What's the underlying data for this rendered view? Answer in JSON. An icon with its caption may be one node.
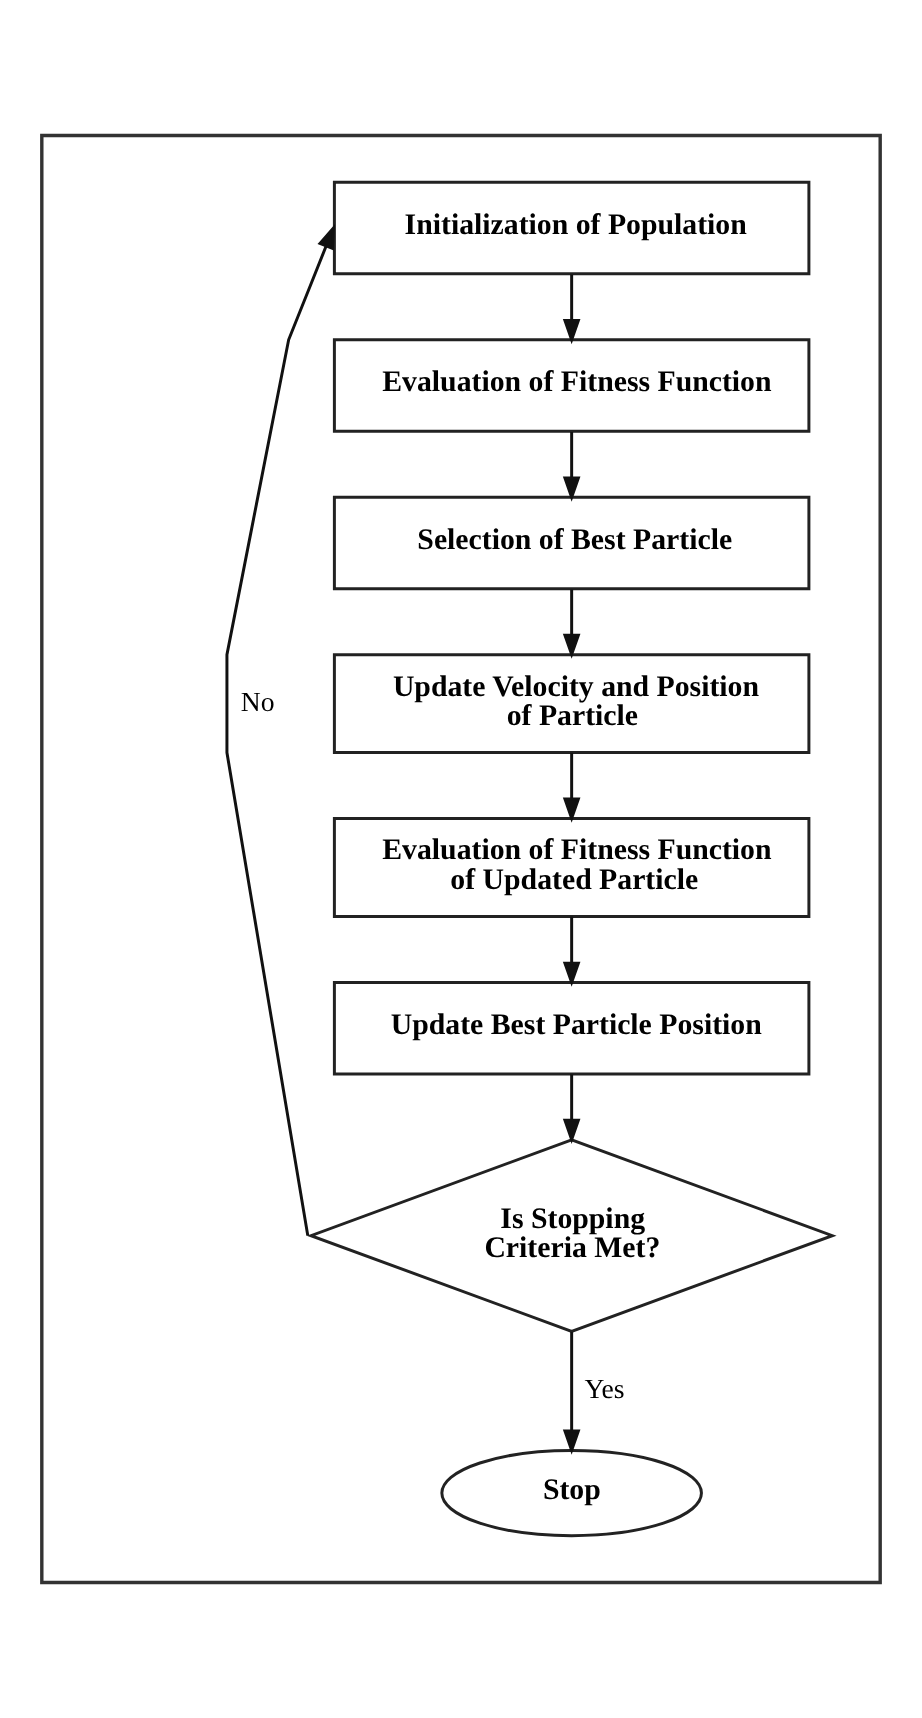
{
  "diagram": {
    "nodes": [
      {
        "text": [],
        "shape": "box"
      },
      {
        "text": [
          "Initialization of Population"
        ],
        "in": 0
      },
      {
        "text": [
          "Evaluation of Fitness Function"
        ],
        "in": 0
      },
      {
        "text": [
          "Selection of Best Particle"
        ],
        "in": 0
      },
      {
        "text": [
          "Update Velocity and Position of Particle"
        ],
        "in": 0
      },
      {
        "text": [
          "Evaluation of Fitness Function of Updated Particle"
        ],
        "in": 0
      },
      {
        "text": [
          "Update Best Particle Position"
        ],
        "in": 0
      },
      {
        "text": [
          "Is Stopping Criteria Met?"
        ],
        "in": 0
      },
      {
        "text": [
          "Stop"
        ],
        "in": 0
      }
    ],
    "edges": [
      {
        "from": 1,
        "to": 2,
        "arrow": "to"
      },
      {
        "from": 2,
        "to": 3,
        "arrow": "to"
      },
      {
        "from": 3,
        "to": 4,
        "arrow": "to"
      },
      {
        "from": 4,
        "to": 5,
        "arrow": "to"
      },
      {
        "from": 5,
        "to": 6,
        "arrow": "to"
      },
      {
        "from": 6,
        "to": 7,
        "arrow": "to"
      },
      {
        "from": 7,
        "to": 1,
        "arrow": "to",
        "label": "No"
      },
      {
        "from": 7,
        "to": 8,
        "arrow": "to",
        "label": "Yes"
      }
    ]
  }
}
